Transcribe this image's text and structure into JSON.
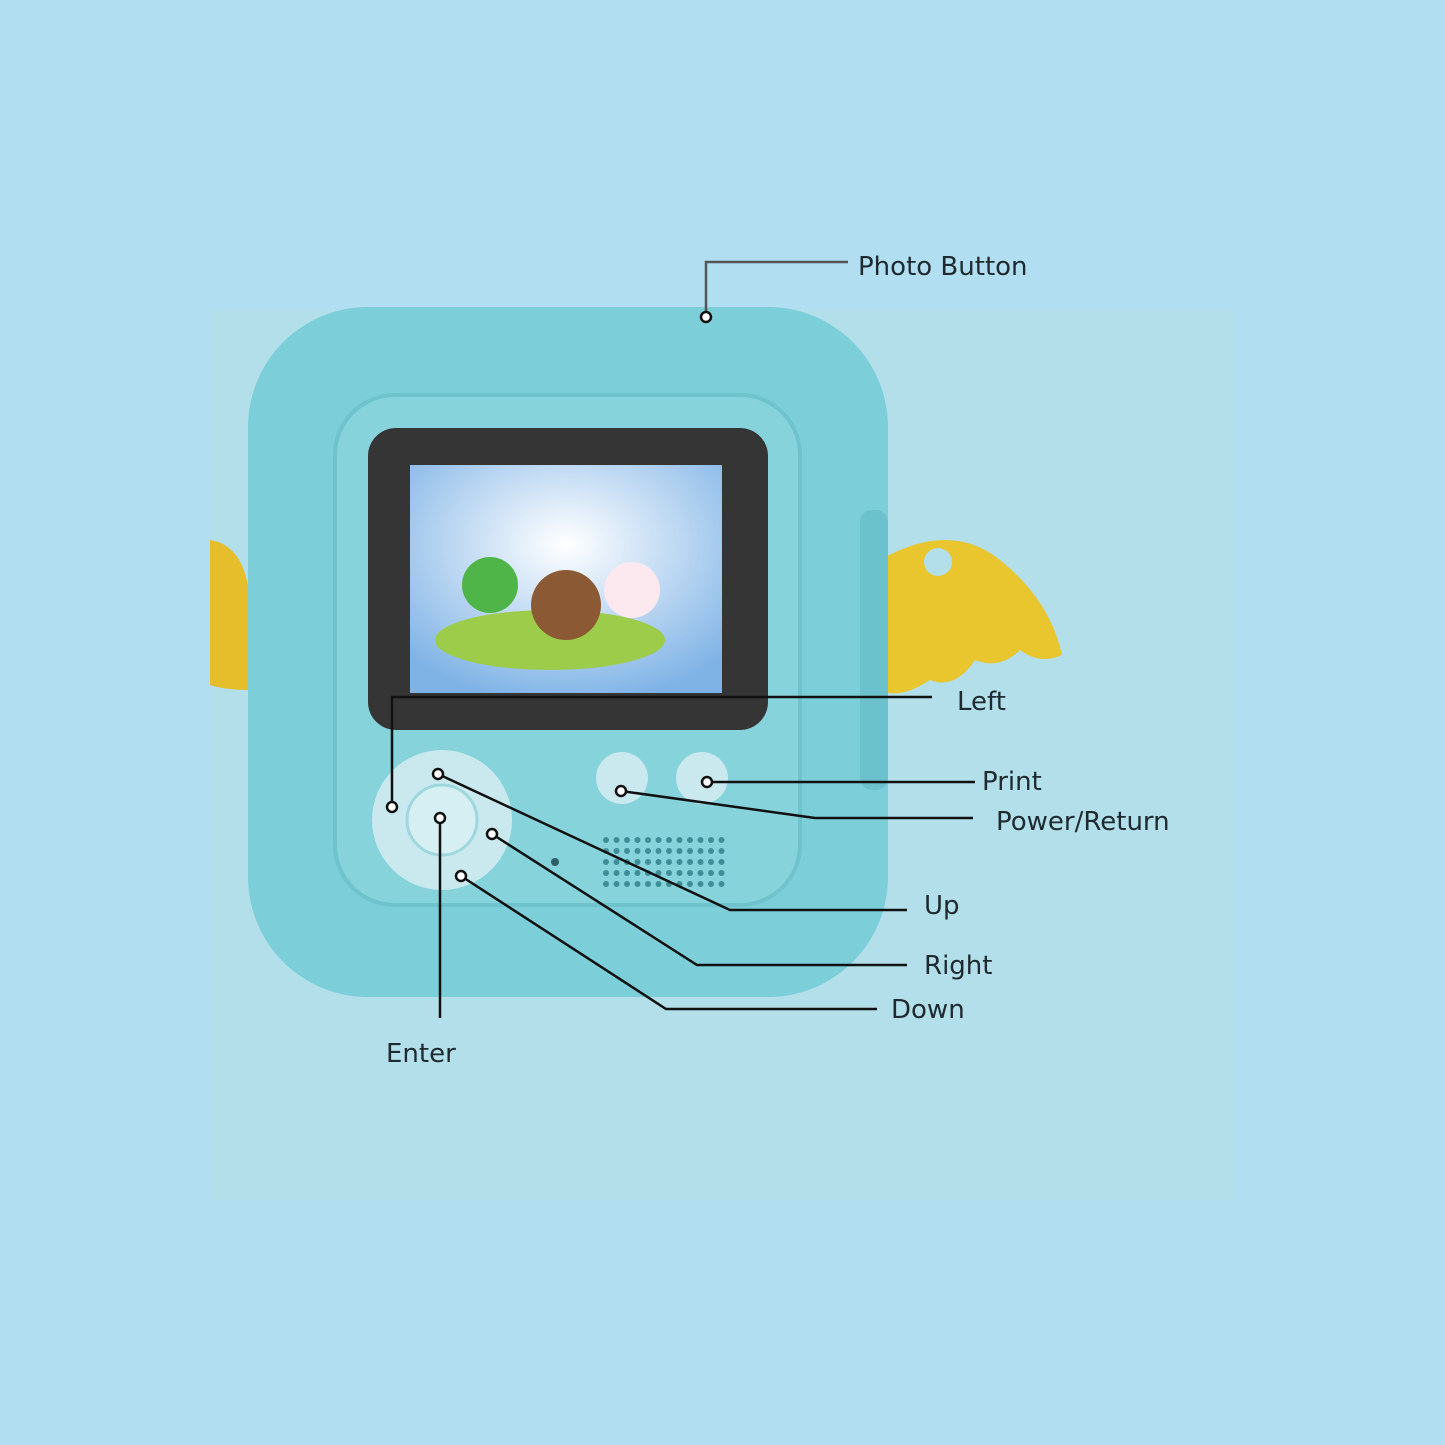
{
  "title": "Camera controls diagram",
  "labels": {
    "photo_button": "Photo Button",
    "left": "Left",
    "print": "Print",
    "power_return": "Power/Return",
    "up": "Up",
    "right": "Right",
    "down": "Down",
    "enter": "Enter"
  },
  "colors": {
    "background": "#b1dff1",
    "panel": "#b2dfea",
    "body": "#7ccfd9",
    "wing": "#e9c12a",
    "bezel": "#353535",
    "line": "#111111"
  }
}
